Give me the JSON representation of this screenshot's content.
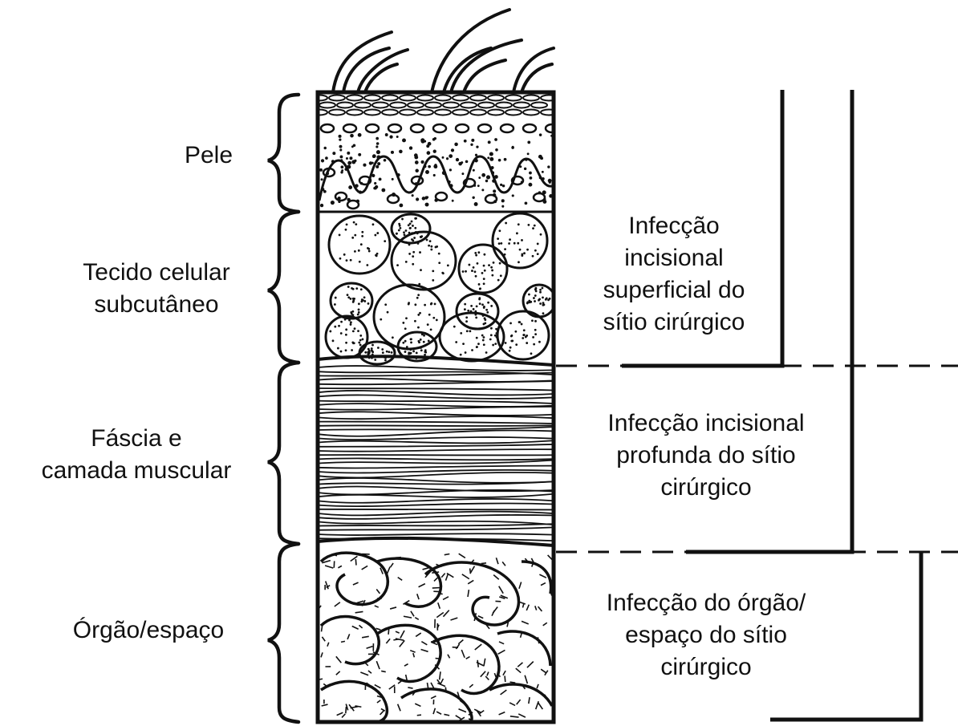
{
  "layers": {
    "pele": "Pele",
    "subcutaneo_line1": "Tecido celular",
    "subcutaneo_line2": "subcutâneo",
    "fascia_line1": "Fáscia e",
    "fascia_line2": "camada muscular",
    "orgao": "Órgão/espaço"
  },
  "infections": {
    "superficial_line1": "Infecção",
    "superficial_line2": "incisional",
    "superficial_line3": "superficial do",
    "superficial_line4": "sítio cirúrgico",
    "profunda_line1": "Infecção incisional",
    "profunda_line2": "profunda do sítio",
    "profunda_line3": "cirúrgico",
    "orgao_line1": "Infecção do órgão/",
    "orgao_line2": "espaço do sítio",
    "orgao_line3": "cirúrgico"
  },
  "colors": {
    "ink": "#111111",
    "background": "#ffffff"
  }
}
